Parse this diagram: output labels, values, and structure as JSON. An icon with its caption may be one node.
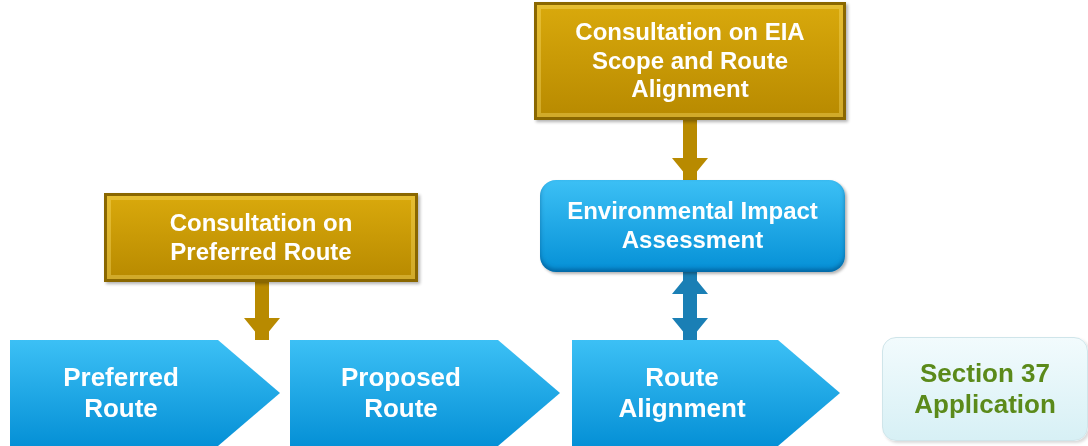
{
  "diagram": {
    "nodes": [
      {
        "text": [
          "Consultation on EIA Scope and Route Alignment"
        ]
      },
      {
        "text": [
          "Environmental Impact Assessment"
        ]
      },
      {
        "text": [
          "Consultation on Preferred Route"
        ]
      },
      {
        "text": [
          "Preferred Route"
        ]
      },
      {
        "text": [
          "Proposed Route"
        ]
      },
      {
        "text": [
          "Route Alignment"
        ]
      },
      {
        "text": [
          "Section 37 Application"
        ]
      }
    ],
    "edges": [
      {
        "from": 0,
        "to": 1,
        "arrow": "to"
      },
      {
        "from": 2,
        "to": 3,
        "arrow": "to"
      },
      {
        "from": 1,
        "to": 5,
        "arrow": "both",
        "color": "#1a7fb5"
      }
    ]
  }
}
